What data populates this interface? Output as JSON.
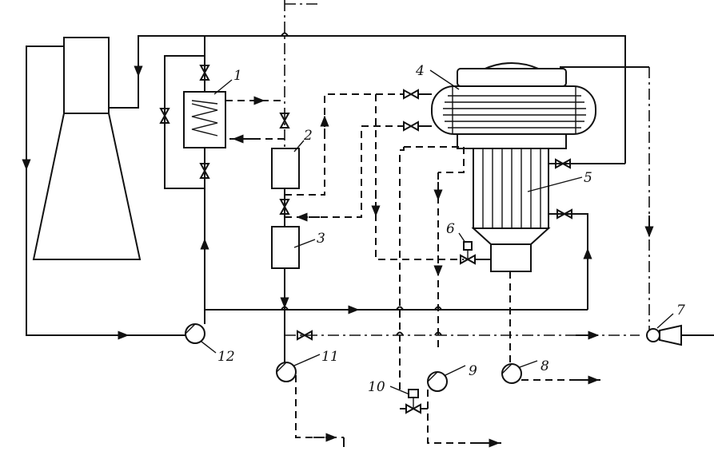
{
  "labels": {
    "heater": "1",
    "vessel_2": "2",
    "vessel_3": "3",
    "condenser": "4",
    "tube_bundle": "5",
    "regulator_6": "6",
    "ejector": "7",
    "pump_8": "8",
    "pump_9": "9",
    "regulator_10": "10",
    "pump_11": "11",
    "pump_12": "12"
  }
}
